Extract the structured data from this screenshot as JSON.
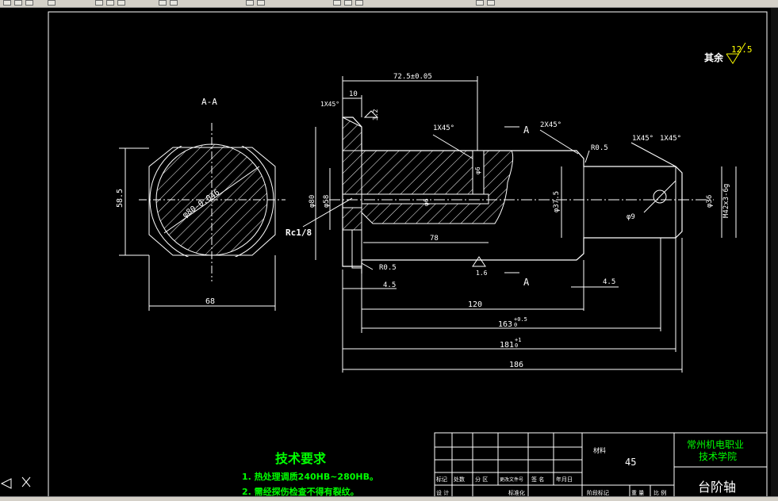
{
  "section_label": "A-A",
  "roughness": {
    "label": "其余",
    "value": "12.5"
  },
  "section_dims": {
    "width": "68",
    "height": "58.5",
    "diameter": "φ80-0.046"
  },
  "dims": {
    "d_72": "72.5±0.05",
    "d_10": "10",
    "d_1x45_a": "1X45°",
    "d_1x45_b": "1X45°",
    "d_2x45": "2X45°",
    "d_1x45_c": "1X45°",
    "d_1x45_d": "1X45°",
    "d_r05_top": "R0.5",
    "d_phi6_a": "φ6",
    "d_phi6_b": "φ6",
    "d_phi80": "φ80",
    "d_phi58": "φ58",
    "d_78": "78",
    "d_phi375": "φ37.5",
    "d_phi9": "φ9",
    "d_phi36": "φ36",
    "d_thread": "M42x3-6g",
    "d_rc": "Rc1/8",
    "d_r05_bot": "R0.5",
    "d_16": "1.6",
    "d_45_left": "4.5",
    "d_45_right": "4.5",
    "d_120": "120",
    "d_163": "163",
    "d_163_tol": "+0.5",
    "d_163_tol2": "0",
    "d_181": "181",
    "d_181_tol": "+1",
    "d_181_tol2": "0",
    "d_186": "186",
    "d_32": "3.2",
    "section_mark_top": "A",
    "section_mark_bot": "A"
  },
  "tech_req": {
    "title": "技术要求",
    "items": [
      "1. 热处理调质240HB~280HB。",
      "2. 需经探伤检查不得有裂纹。"
    ]
  },
  "title_block": {
    "material_label": "材料",
    "material": "45",
    "school_line1": "常州机电职业",
    "school_line2": "技术学院",
    "part_name": "台阶轴",
    "row_labels": [
      "标记",
      "处数",
      "分 区",
      "更改文件号",
      "签 名",
      "年月日"
    ],
    "row2_labels": [
      "设 计",
      "标准化",
      "阶段标记",
      "重 量",
      "比 例"
    ]
  },
  "colors": {
    "outline": "#ffffff",
    "dim": "#ffffff",
    "green": "#00ff00",
    "yellow": "#ffff00"
  }
}
